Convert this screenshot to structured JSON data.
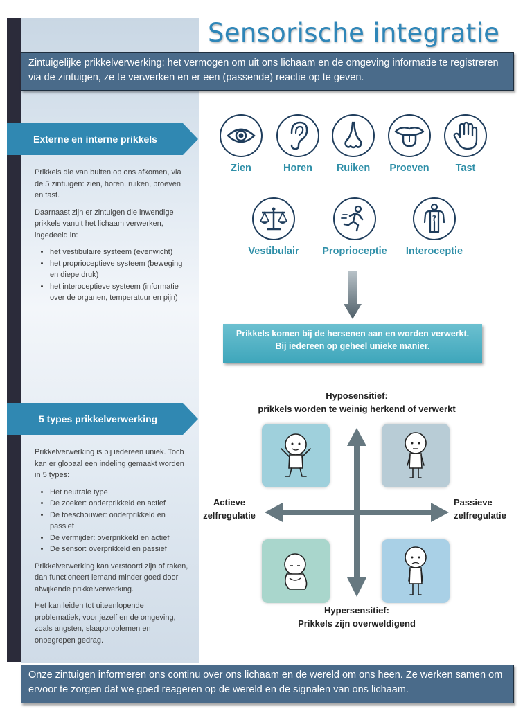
{
  "title": "Sensorische integratie",
  "intro": "Zintuigelijke prikkelverwerking: het vermogen om uit ons lichaam en de omgeving informatie te registreren via de zintuigen, ze te verwerken en er een (passende) reactie op te geven.",
  "section1": {
    "heading": "Externe en interne prikkels",
    "para1": "Prikkels die van buiten op ons afkomen, via de 5 zintuigen: zien, horen, ruiken, proeven en tast.",
    "para2": "Daarnaast zijn er zintuigen die inwendige prikkels vanuit het lichaam verwerken, ingedeeld in:",
    "bullets": [
      "het vestibulaire systeem (evenwicht)",
      "het proprioceptieve systeem (beweging en diepe druk)",
      "het interoceptieve systeem (informatie over de organen, temperatuur en pijn)"
    ]
  },
  "section2": {
    "heading": "5 types prikkelverwerking",
    "para1": "Prikkelverwerking is bij iedereen uniek. Toch kan er globaal een indeling gemaakt worden in 5 types:",
    "bullets": [
      "Het neutrale type",
      "De zoeker: onderprikkeld en actief",
      "De toeschouwer: onderprikkeld en passief",
      "De vermijder: overprikkeld en actief",
      "De sensor: overprikkeld en passief"
    ],
    "para2": "Prikkelverwerking kan verstoord zijn of raken, dan functioneert iemand minder goed door afwijkende prikkelverwerking.",
    "para3": "Het kan leiden tot uiteenlopende problematiek, voor jezelf en de omgeving, zoals angsten, slaapproblemen en onbegrepen gedrag."
  },
  "senses_external": [
    {
      "label": "Zien",
      "icon": "eye-icon"
    },
    {
      "label": "Horen",
      "icon": "ear-icon"
    },
    {
      "label": "Ruiken",
      "icon": "nose-icon"
    },
    {
      "label": "Proeven",
      "icon": "mouth-tongue-icon"
    },
    {
      "label": "Tast",
      "icon": "hand-icon"
    }
  ],
  "senses_internal": [
    {
      "label": "Vestibulair",
      "icon": "balance-scale-icon"
    },
    {
      "label": "Proprioceptie",
      "icon": "running-person-icon"
    },
    {
      "label": "Interoceptie",
      "icon": "body-question-icon"
    }
  ],
  "callout": {
    "line1": "Prikkels komen bij de hersenen aan en worden verwerkt.",
    "line2": "Bij iedereen op geheel unieke manier."
  },
  "quadrant": {
    "top_line1": "Hyposensitief:",
    "top_line2": "prikkels worden te weinig herkend of verwerkt",
    "bottom_line1": "Hypersensitief:",
    "bottom_line2": "Prikkels zijn overweldigend",
    "left_line1": "Actieve",
    "left_line2": "zelfregulatie",
    "right_line1": "Passieve",
    "right_line2": "zelfregulatie"
  },
  "outro": "Onze zintuigen informeren ons continu over ons lichaam en de wereld om ons heen. Ze werken samen om ervoor te zorgen dat we goed reageren op de wereld en de signalen van ons lichaam.",
  "colors": {
    "title": "#2f86b8",
    "box": "#4a6b8a",
    "arrow_banner": "#3088b2",
    "sense_label": "#2f8fa8",
    "icon_stroke": "#1f3d5c",
    "tile_zoeker": "#9fd0dc",
    "tile_toeschouwer": "#b8ccd6",
    "tile_vermijder": "#a9d6cc",
    "tile_sensor": "#a9d0e6"
  }
}
